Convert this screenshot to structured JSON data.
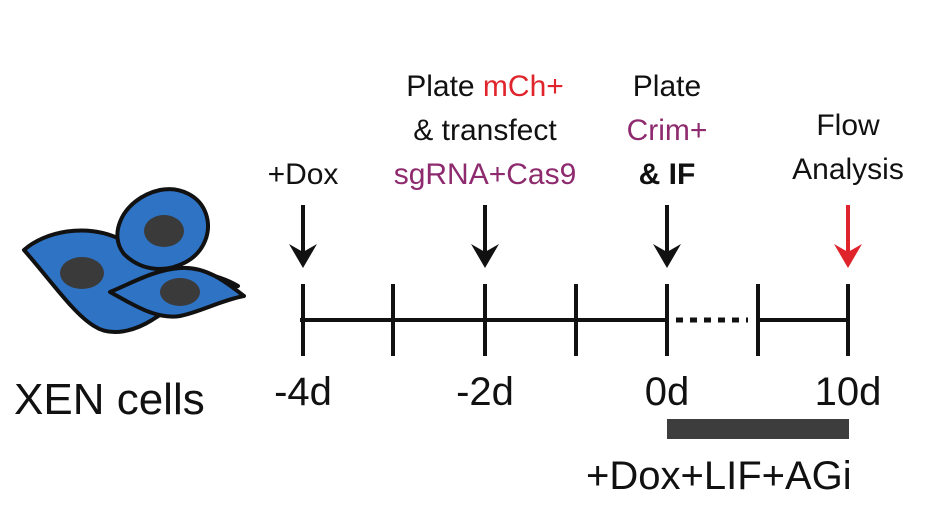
{
  "cells_label": "XEN cells",
  "events": [
    {
      "lines": [
        [
          {
            "text": "+Dox",
            "color": "#111111",
            "bold": false
          }
        ]
      ]
    },
    {
      "lines": [
        [
          {
            "text": "Plate ",
            "color": "#111111",
            "bold": false
          },
          {
            "text": "mCh+",
            "color": "#e0242b",
            "bold": false
          }
        ],
        [
          {
            "text": "& transfect",
            "color": "#111111",
            "bold": false
          }
        ],
        [
          {
            "text": "sgRNA+Cas9",
            "color": "#8e2a6e",
            "bold": false
          }
        ]
      ]
    },
    {
      "lines": [
        [
          {
            "text": "Plate",
            "color": "#111111",
            "bold": false
          }
        ],
        [
          {
            "text": "Crim+",
            "color": "#8e2a6e",
            "bold": false
          }
        ],
        [
          {
            "text": "& IF",
            "color": "#111111",
            "bold": true
          }
        ]
      ]
    },
    {
      "lines": [
        [
          {
            "text": "Flow",
            "color": "#111111",
            "bold": false
          }
        ],
        [
          {
            "text": "Analysis",
            "color": "#111111",
            "bold": false
          }
        ]
      ]
    }
  ],
  "day_labels": [
    "-4d",
    "-2d",
    "0d",
    "10d"
  ],
  "treatment_label": "+Dox+LIF+AGi",
  "colors": {
    "cell_fill": "#2f73c4",
    "nucleus_fill": "#3a3a3a",
    "arrow_default": "#111111",
    "arrow_flow": "#e0242b",
    "treatment_bar": "#3d3d3d"
  }
}
